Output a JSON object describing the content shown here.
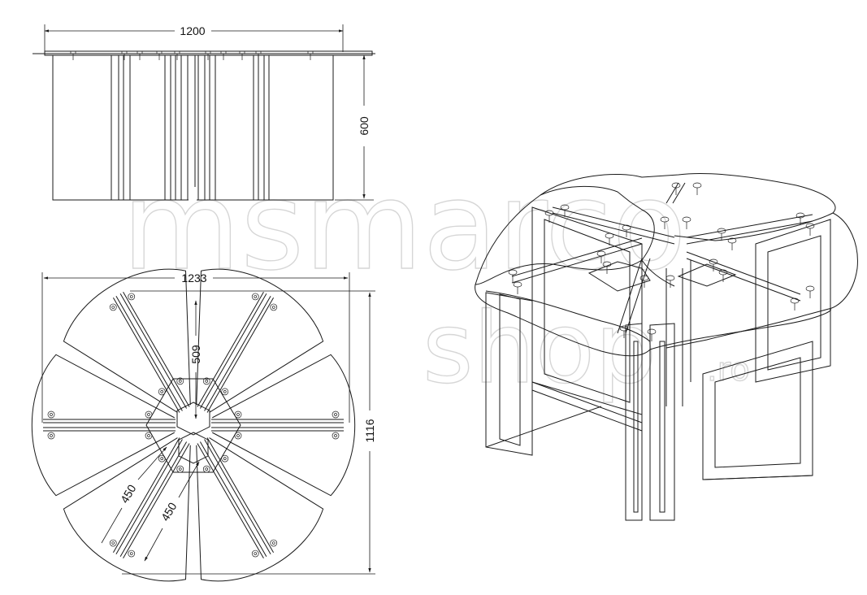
{
  "dimensions": {
    "front_width": "1200",
    "front_height": "600",
    "top_width": "1233",
    "top_depth": "1116",
    "arm_length": "509",
    "leg_a": "450",
    "leg_b": "450"
  },
  "watermark": {
    "line1": "msmarco",
    "line2": "shop",
    "suffix": ".ro"
  }
}
